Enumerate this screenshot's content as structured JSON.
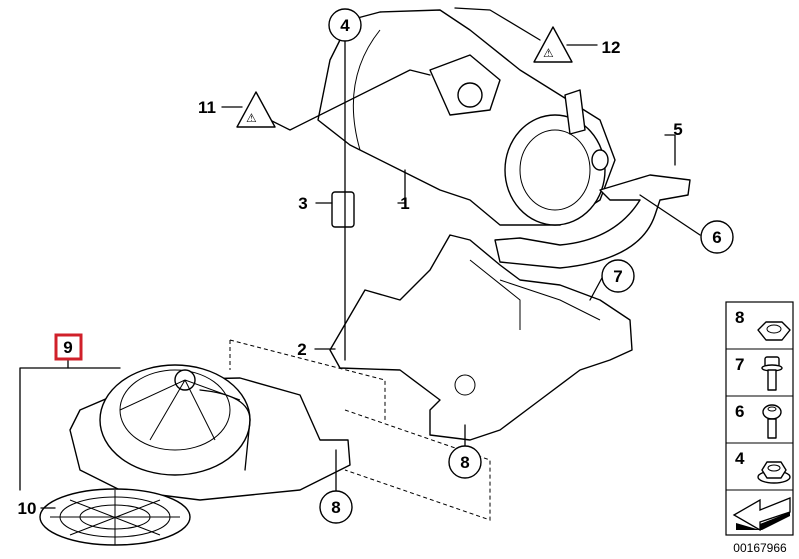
{
  "diagram_id": "00167966",
  "callouts": {
    "c1": "1",
    "c2": "2",
    "c3": "3",
    "c4": "4",
    "c5": "5",
    "c6": "6",
    "c7": "7",
    "c8a": "8",
    "c8b": "8",
    "c9": "9",
    "c10": "10",
    "c11": "11",
    "c12": "12"
  },
  "legend": {
    "items": [
      {
        "number": "8",
        "icon": "hex-nut-icon"
      },
      {
        "number": "7",
        "icon": "hex-bolt-icon"
      },
      {
        "number": "6",
        "icon": "socket-bolt-icon"
      },
      {
        "number": "4",
        "icon": "flange-nut-icon"
      }
    ],
    "arrow_icon": "direction-arrow-icon"
  },
  "colors": {
    "highlight": "#d0202a",
    "line": "#000000"
  }
}
